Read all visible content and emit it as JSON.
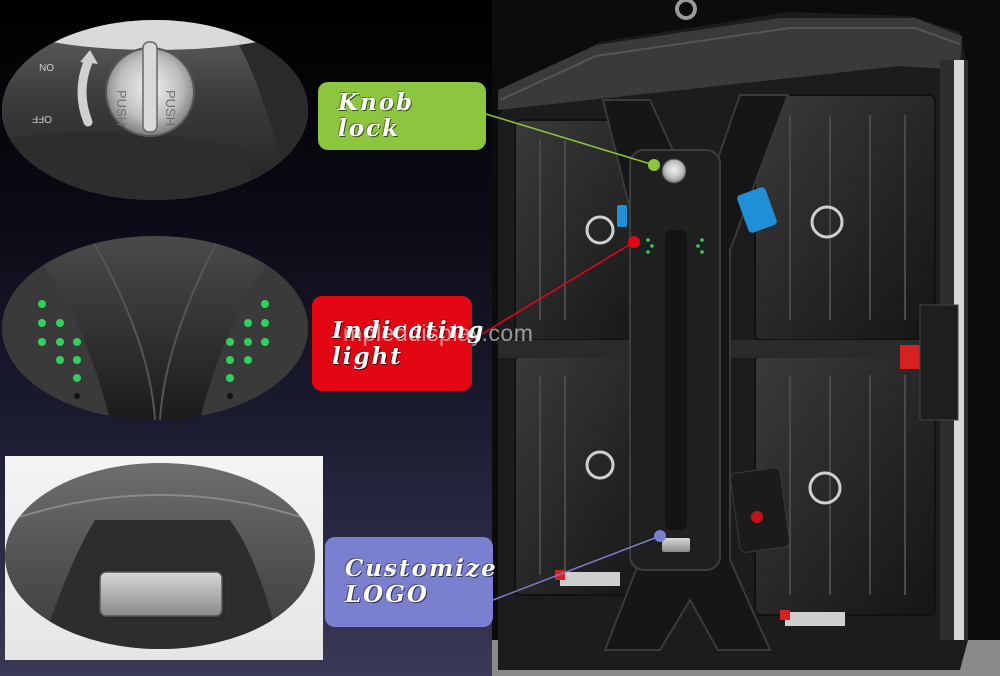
{
  "callouts": {
    "knob_lock": "Knob lock",
    "indicating_light_line1": "Indicating",
    "indicating_light_line2": "light",
    "customize_logo_line1": "Customize",
    "customize_logo_line2": "LOGO"
  },
  "knob_detail": {
    "on_label": "ON",
    "off_label": "OFF",
    "push_label": "PUSH"
  },
  "watermark": "mpleddisplay.com",
  "colors": {
    "knob_lock_label": "#8cc63f",
    "indicating_light_label": "#e30613",
    "customize_logo_label": "#7b7fcf",
    "indicator_led": "#2fd25a"
  }
}
